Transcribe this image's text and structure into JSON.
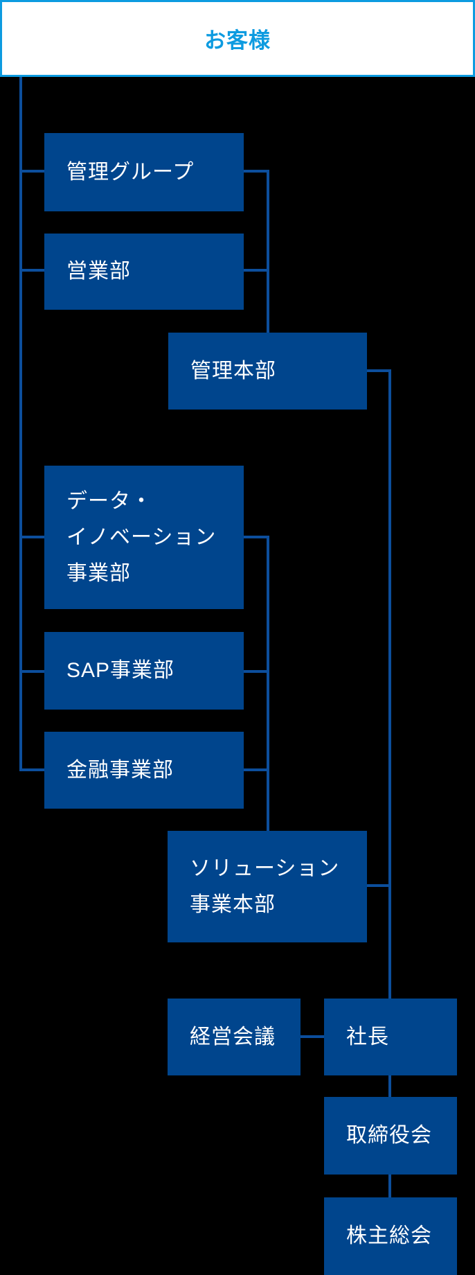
{
  "chart_type": "org-chart",
  "colors": {
    "background": "#000000",
    "node_fill": "#00458d",
    "node_text": "#ffffff",
    "connector_line": "#0c4e9c",
    "customer_fill": "#ffffff",
    "customer_border": "#0d9be0",
    "customer_text": "#0d9be0"
  },
  "nodes": {
    "customer": {
      "label": "お客様"
    },
    "management_group": {
      "label": "管理グループ"
    },
    "sales_dept": {
      "label": "営業部"
    },
    "management_hq": {
      "label": "管理本部"
    },
    "data_innovation_dept": {
      "label": "データ・\nイノベーション\n事業部"
    },
    "sap_dept": {
      "label": "SAP事業部"
    },
    "finance_dept": {
      "label": "金融事業部"
    },
    "solution_hq": {
      "label": "ソリューション\n事業本部"
    },
    "management_meeting": {
      "label": "経営会議"
    },
    "president": {
      "label": "社長"
    },
    "board_of_directors": {
      "label": "取締役会"
    },
    "shareholders_meeting": {
      "label": "株主総会"
    }
  },
  "edges": [
    "customer - management_group",
    "customer - sales_dept",
    "customer - data_innovation_dept",
    "customer - sap_dept",
    "customer - finance_dept",
    "management_group - management_hq",
    "sales_dept - management_hq",
    "data_innovation_dept - solution_hq",
    "sap_dept - solution_hq",
    "finance_dept - solution_hq",
    "management_hq - president",
    "solution_hq - president",
    "management_meeting - president",
    "president - board_of_directors",
    "board_of_directors - shareholders_meeting"
  ]
}
